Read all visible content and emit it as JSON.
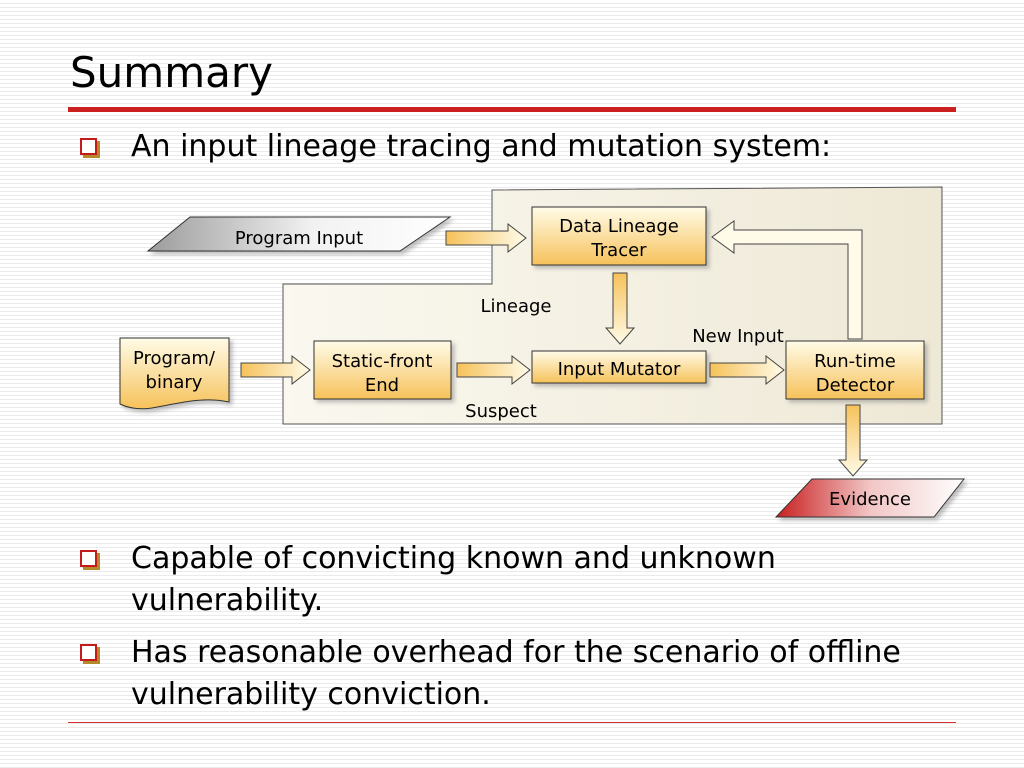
{
  "slide": {
    "title": "Summary",
    "bullets": [
      "An input lineage tracing and mutation system:",
      "Capable of convicting known and unknown vulnerability.",
      "Has reasonable overhead for the scenario of offline vulnerability conviction."
    ]
  },
  "diagram": {
    "nodes": {
      "program_input": "Program Input",
      "data_lineage_tracer": [
        "Data Lineage",
        "Tracer"
      ],
      "program_binary": [
        "Program/",
        "binary"
      ],
      "static_front_end": [
        "Static-front",
        "End"
      ],
      "input_mutator": "Input Mutator",
      "runtime_detector": [
        "Run-time",
        "Detector"
      ],
      "evidence": "Evidence"
    },
    "edge_labels": {
      "lineage": "Lineage",
      "new_input": "New Input",
      "suspect": "Suspect"
    }
  },
  "colors": {
    "accent_red": "#cc1f1f",
    "bullet_shadow": "#b48a2a",
    "box_fill_light": "#fffbe8",
    "box_fill_dark": "#f6c25a",
    "region_fill": "#f5f1e3",
    "evidence_red": "#c81e1e"
  }
}
